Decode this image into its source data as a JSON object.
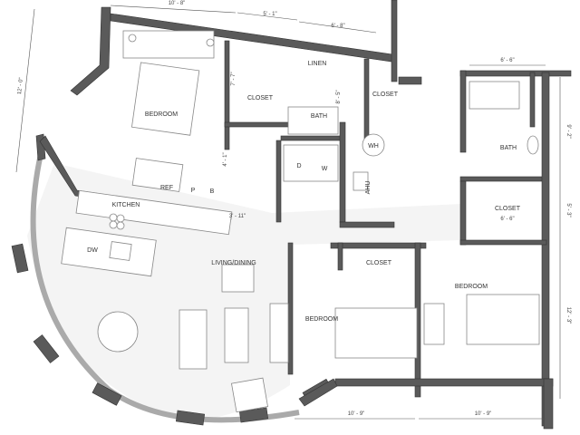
{
  "rooms": {
    "bedroom_main": "BEDROOM",
    "closet_main": "CLOSET",
    "linen": "LINEN",
    "bath_main": "BATH",
    "closet_hall": "CLOSET",
    "water_heater": "WH",
    "dryer": "D",
    "washer": "W",
    "ahu": "AHU",
    "ref": "REF",
    "pantry": "P",
    "broom": "B",
    "kitchen": "KITCHEN",
    "dishwasher": "DW",
    "living_dining": "LIVING/DINING",
    "bedroom_middle": "BEDROOM",
    "closet_middle": "CLOSET",
    "bedroom_right": "BEDROOM",
    "bath_right": "BATH",
    "closet_right": "CLOSET"
  },
  "dimensions": {
    "top_bedroom": "10' - 8\"",
    "top_closet": "5' - 1\"",
    "top_bath": "6' - 8\"",
    "left_bedroom": "12' - 0\"",
    "closet_depth": "7' - 7\"",
    "bath_depth": "8' - 5\"",
    "bedroom_wall": "4' - 1\"",
    "hall_width": "3' - 11\"",
    "right_bath_width": "6' - 6\"",
    "right_closet_width": "6' - 6\"",
    "right_bath_depth": "9' - 2\"",
    "right_closet_depth": "5' - 3\"",
    "right_bedroom_depth": "12' - 3\"",
    "middle_bedroom_width": "10' - 9\"",
    "right_bedroom_width": "10' - 9\""
  }
}
